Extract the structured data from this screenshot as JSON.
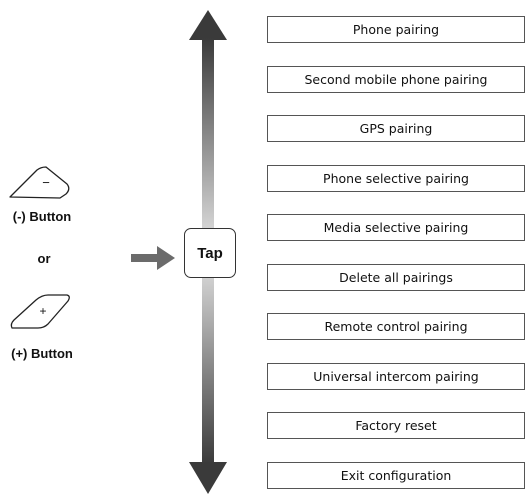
{
  "left_panel": {
    "minus_button_label": "(-) Button",
    "or_label": "or",
    "plus_button_label": "(+) Button",
    "minus_symbol": "−",
    "plus_symbol": "+"
  },
  "center": {
    "tap_label": "Tap"
  },
  "menu": {
    "items": [
      "Phone pairing",
      "Second mobile phone pairing",
      "GPS pairing",
      "Phone selective pairing",
      "Media selective pairing",
      "Delete all pairings",
      "Remote control pairing",
      "Universal intercom pairing",
      "Factory reset",
      "Exit configuration"
    ]
  },
  "colors": {
    "arrow_dark": "#3a3a3a",
    "arrow_light": "#e6e6e6",
    "box_border": "#555555",
    "pointer_arrow": "#6b6b6b"
  }
}
